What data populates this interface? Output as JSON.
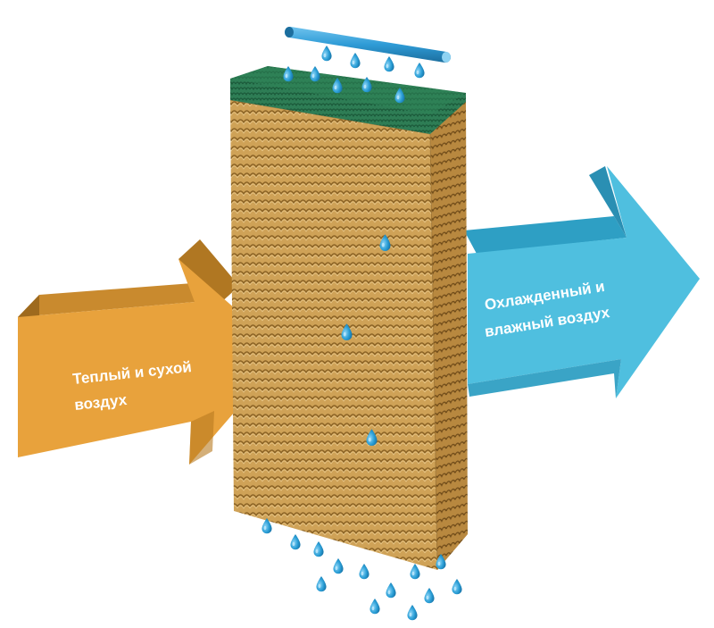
{
  "arrows": {
    "warm": {
      "line1": "Теплый и сухой",
      "line2": "воздух",
      "color": "#E8A23C"
    },
    "cool": {
      "line1": "Охлажденный и",
      "line2": "влажный воздух",
      "color": "#4FBFDF"
    }
  },
  "pad": {
    "color": "#C89A4E",
    "top_color": "#2E8B57"
  },
  "water": {
    "color": "#1F9BD4"
  }
}
